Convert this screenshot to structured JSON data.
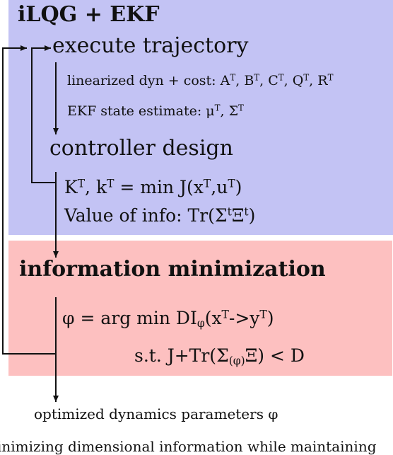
{
  "top_box": {
    "title": "iLQG + EKF",
    "step1": "execute trajectory",
    "lin_prefix": "linearized dyn + cost: ",
    "lin_terms": [
      "A",
      "B",
      "C",
      "Q",
      "R"
    ],
    "lin_sup": "T",
    "ekf_prefix": "EKF state estimate: ",
    "ekf_terms": [
      "μ",
      "Σ"
    ],
    "ekf_sup": "T",
    "step2": "controller design",
    "k_line": {
      "K": "K",
      "sup1": "T",
      "k": "k",
      "sup2": "T",
      "mid": " = min  J(x",
      "sup3": "T",
      "u": ",u",
      "sup4": "T",
      "end": ")"
    },
    "voi_line": {
      "prefix": "Value of info: Tr(Σ",
      "sup1": "t",
      "mid": "Ξ",
      "sup2": "t",
      "end": ")"
    }
  },
  "bottom_box": {
    "title": "information minimization",
    "phi_line": {
      "prefix": "φ = arg min DI",
      "sub": "φ",
      "mid": "(x",
      "sup1": "T",
      "arrow": "->y",
      "sup2": "T",
      "end": ")"
    },
    "st_line": {
      "prefix": "s.t. J+Tr(Σ",
      "sub": "(φ)",
      "end": "Ξ) < D"
    }
  },
  "output_caption": "optimized dynamics parameters φ",
  "cut_text": "inimizing dimensional information while maintaining",
  "colors": {
    "top_box": "#c3c3f4",
    "bottom_box": "#fdc0c0",
    "line": "#111111"
  }
}
